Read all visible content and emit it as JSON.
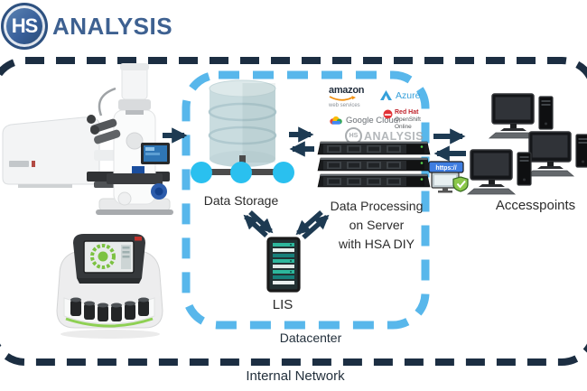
{
  "logo": {
    "monogram": "HS",
    "wordmark": "ANALYSIS"
  },
  "zones": {
    "internal_network_label": "Internal Network",
    "datacenter_label": "Datacenter"
  },
  "nodes": {
    "microscope": {
      "description": "laser scanning microscope"
    },
    "analyzer": {
      "description": "lab sample analyzer with vial carousel"
    },
    "data_storage": {
      "label": "Data Storage"
    },
    "data_processing": {
      "lines": [
        "Data Processing",
        "on Server",
        "with HSA DIY"
      ]
    },
    "lis": {
      "label": "LIS"
    },
    "accesspoints": {
      "label": "Accesspoints",
      "count": 3
    }
  },
  "cloud_providers": {
    "aws": {
      "name": "amazon",
      "sub": "web services"
    },
    "azure": {
      "name": "Azure"
    },
    "google": {
      "name": "Google Cloud"
    },
    "redhat": {
      "name": "Red Hat",
      "sub1": "OpenShift",
      "sub2": "Online"
    },
    "hsa": {
      "monogram": "HS",
      "name": "ANALYSIS"
    }
  },
  "https_badge": {
    "label": "https://"
  },
  "colors": {
    "brand_blue": "#3e6191",
    "outer_border": "#1c2e42",
    "datacenter_border": "#58b7eb",
    "arrow": "#1d3a52",
    "node_cyan": "#2ac0ef",
    "lis_teal": "#2db79c",
    "aws_orange": "#f29111",
    "azure_blue": "#36a0da",
    "redhat_red": "#c0242c",
    "analyzer_green": "#7cc242"
  }
}
